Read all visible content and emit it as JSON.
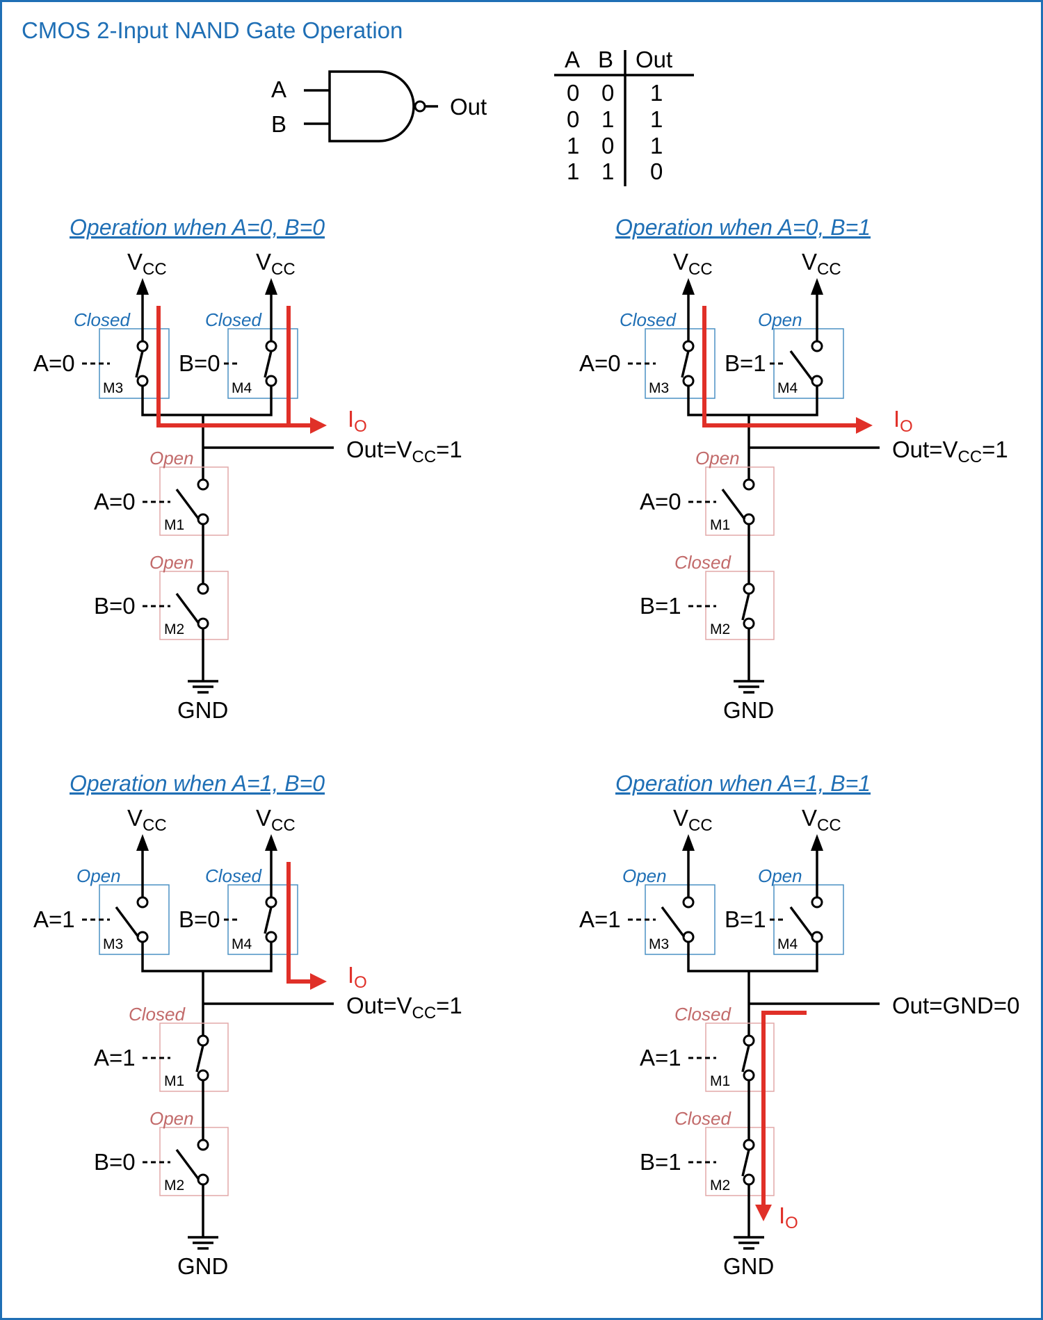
{
  "title": "CMOS 2-Input NAND Gate Operation",
  "gate": {
    "input_a": "A",
    "input_b": "B",
    "output": "Out"
  },
  "truth_table": {
    "headers": [
      "A",
      "B",
      "Out"
    ],
    "rows": [
      [
        "0",
        "0",
        "1"
      ],
      [
        "0",
        "1",
        "1"
      ],
      [
        "1",
        "0",
        "1"
      ],
      [
        "1",
        "1",
        "0"
      ]
    ]
  },
  "labels": {
    "vcc_v": "V",
    "vcc_sub": "CC",
    "gnd": "GND",
    "io_i": "I",
    "io_sub": "O",
    "closed": "Closed",
    "open": "Open",
    "m1": "M1",
    "m2": "M2",
    "m3": "M3",
    "m4": "M4"
  },
  "panels": [
    {
      "title": "Operation when A=0, B=0",
      "a_label": "A=0",
      "b_label": "B=0",
      "m3_state": "Closed",
      "m4_state": "Closed",
      "m1_state": "Open",
      "m2_state": "Open",
      "out_prefix": "Out=V",
      "out_sub": "CC",
      "out_suffix": "=1"
    },
    {
      "title": "Operation when A=0, B=1",
      "a_label": "A=0",
      "b_label": "B=1",
      "m3_state": "Closed",
      "m4_state": "Open",
      "m1_state": "Open",
      "m2_state": "Closed",
      "out_prefix": "Out=V",
      "out_sub": "CC",
      "out_suffix": "=1"
    },
    {
      "title": "Operation when A=1, B=0",
      "a_label": "A=1",
      "b_label": "B=0",
      "m3_state": "Open",
      "m4_state": "Closed",
      "m1_state": "Closed",
      "m2_state": "Open",
      "out_prefix": "Out=V",
      "out_sub": "CC",
      "out_suffix": "=1"
    },
    {
      "title": "Operation when A=1, B=1",
      "a_label": "A=1",
      "b_label": "B=1",
      "m3_state": "Open",
      "m4_state": "Open",
      "m1_state": "Closed",
      "m2_state": "Closed",
      "out_prefix": "Out=GND=0",
      "out_sub": "",
      "out_suffix": ""
    }
  ],
  "colors": {
    "frame": "#1f6fb5",
    "pmos_text": "#1f6fb5",
    "nmos_text": "#c26a6a",
    "current": "#e03028"
  }
}
